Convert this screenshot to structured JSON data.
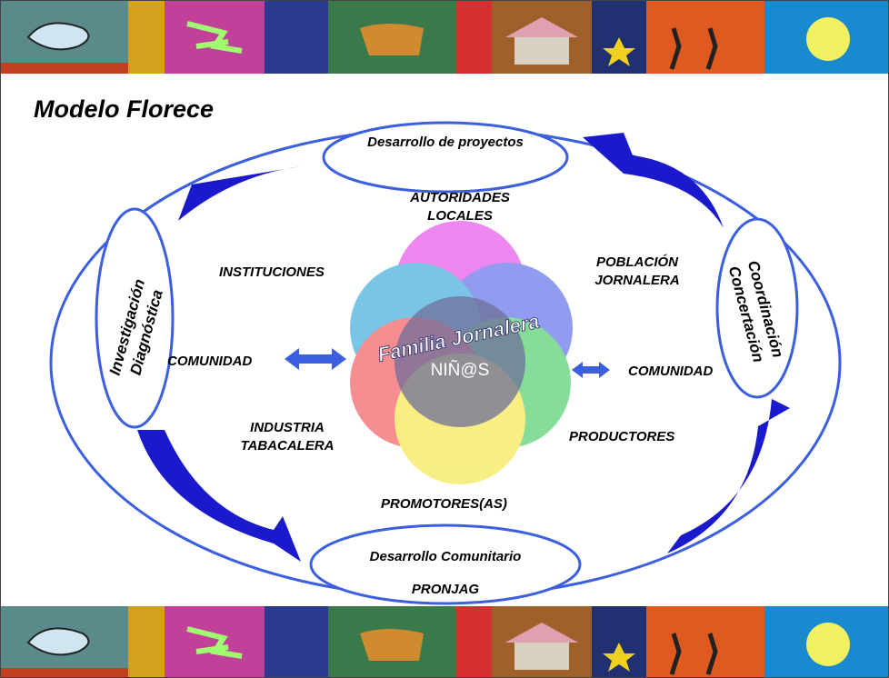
{
  "title": "Modelo Florece",
  "stages": {
    "top": "Desarrollo de proyectos",
    "left_line1": "Investigación",
    "left_line2": "Diagnóstica",
    "right_line1": "Coordinación",
    "right_line2": "Concertación",
    "bottom_line1": "Desarrollo Comunitario",
    "bottom_line2": "PRONJAG"
  },
  "actors": {
    "autoridades_line1": "AUTORIDADES",
    "autoridades_line2": "LOCALES",
    "instituciones": "INSTITUCIONES",
    "poblacion_line1": "POBLACIÓN",
    "poblacion_line2": "JORNALERA",
    "comunidad_left": "COMUNIDAD",
    "comunidad_right": "COMUNIDAD",
    "industria_line1": "INDUSTRIA",
    "industria_line2": "TABACALERA",
    "productores": "PRODUCTORES",
    "promotores": "PROMOTORES(AS)"
  },
  "center": {
    "familia": "Familia Jornalera",
    "ninos": "NIÑ@S"
  },
  "colors": {
    "ring": "#3c5fe0",
    "arrow": "#1a1acc",
    "circle_magenta": "#e23ee8",
    "circle_blue": "#4f5fe6",
    "circle_teal": "#2aa3d6",
    "circle_green": "#3cc95c",
    "circle_red": "#f0494e",
    "circle_yellow": "#f4e538",
    "center_disk": "#6f6f9a"
  }
}
